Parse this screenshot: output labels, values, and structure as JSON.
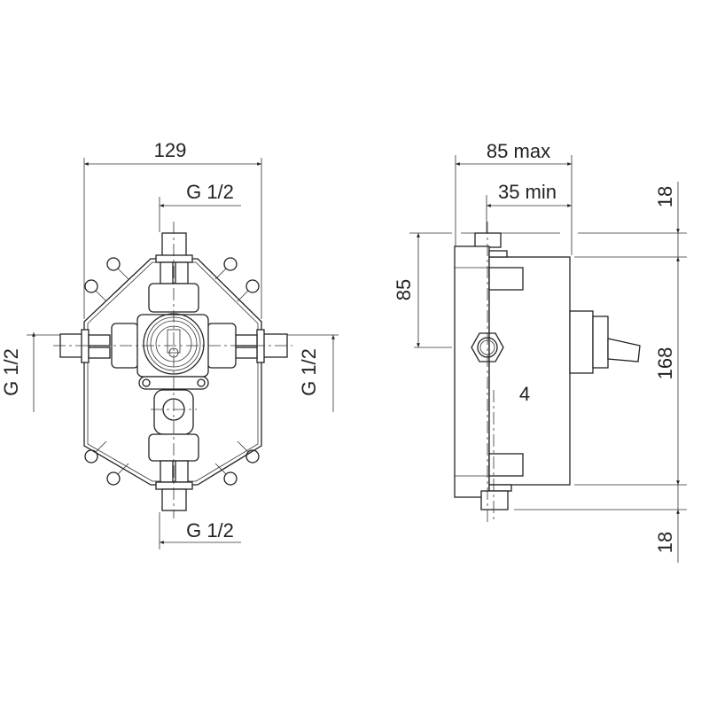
{
  "front_view": {
    "width_dim": "129",
    "top_thread": "G 1/2",
    "left_thread": "G 1/2",
    "right_thread": "G 1/2",
    "bottom_thread": "G 1/2"
  },
  "side_view": {
    "depth_max": "85 max",
    "depth_min": "35 min",
    "outlet_height": "85",
    "offset": "4",
    "top_stub": "18",
    "body_height": "168",
    "bottom_stub": "18"
  },
  "colors": {
    "line": "#222222",
    "background": "#ffffff"
  }
}
